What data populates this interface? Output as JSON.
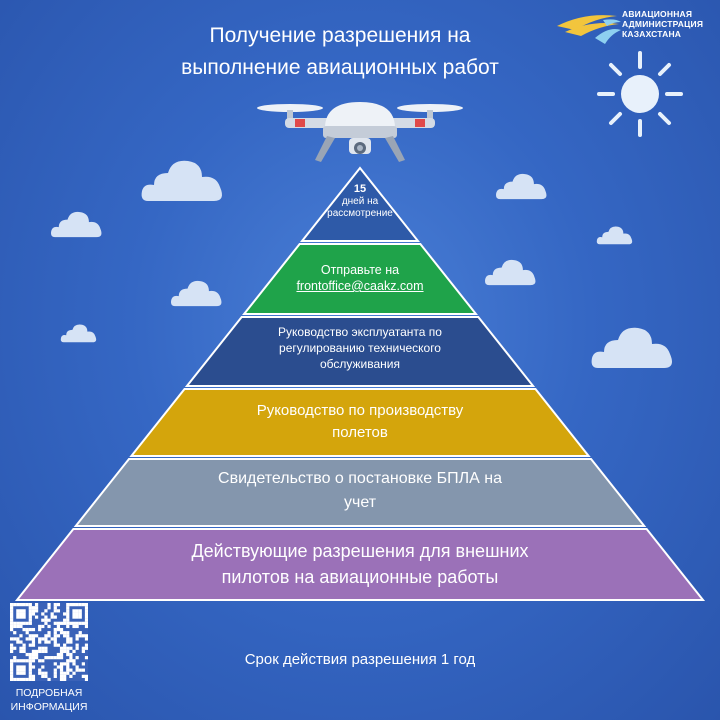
{
  "header": {
    "title_line1": "Получение разрешения на",
    "title_line2": "выполнение авиационных работ"
  },
  "logo": {
    "line1": "АВИАЦИОННАЯ",
    "line2": "АДМИНИСТРАЦИЯ",
    "line3": "КАЗАХСТАНА"
  },
  "pyramid": {
    "levels": [
      {
        "lines": [
          "15",
          "дней на",
          "рассмотрение"
        ],
        "color": "#2e5aa8"
      },
      {
        "lines": [
          "Отправьте на",
          "frontoffice@caakz.com"
        ],
        "color": "#1fa34a"
      },
      {
        "lines": [
          "Руководство эксплуатанта по",
          "регулированию  технического",
          "обслуживания"
        ],
        "color": "#2b4d8f"
      },
      {
        "lines": [
          "Руководство  по производству",
          "полетов"
        ],
        "color": "#d4a50c"
      },
      {
        "lines": [
          "Свидетельство о постановке БПЛА на",
          "учет"
        ],
        "color": "#8496ad"
      },
      {
        "lines": [
          "Действующие  разрешения для внешних",
          "пилотов на  авиационные работы"
        ],
        "color": "#9b71b8"
      }
    ]
  },
  "qr": {
    "caption_line1": "ПОДРОБНАЯ",
    "caption_line2": "ИНФОРМАЦИЯ"
  },
  "footer": {
    "validity": "Срок действия разрешения 1 год"
  },
  "icons": {
    "sun": "sun-icon",
    "drone": "drone-icon",
    "cloud": "cloud-icon",
    "logo": "logo-wings-icon",
    "qr": "qr-code-icon"
  }
}
